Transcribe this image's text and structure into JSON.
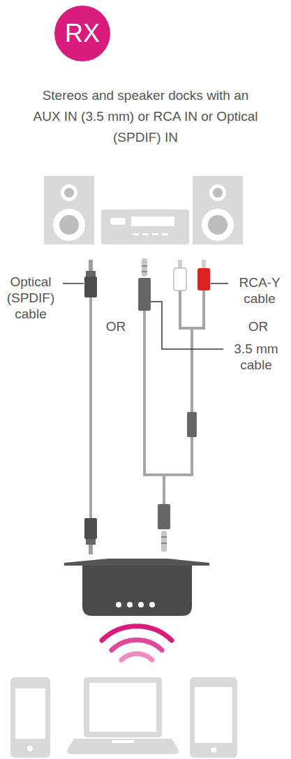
{
  "diagram": {
    "title": "Stereos and speaker docks with an AUX IN (3.5 mm) or RCA IN or Optical (SPDIF) IN",
    "nodes": [
      {
        "text": [
          "RX"
        ]
      }
    ],
    "labels": [
      "Optical (SPDIF) cable",
      "OR",
      "RCA-Y cable",
      "OR",
      "3.5 mm cable"
    ]
  }
}
